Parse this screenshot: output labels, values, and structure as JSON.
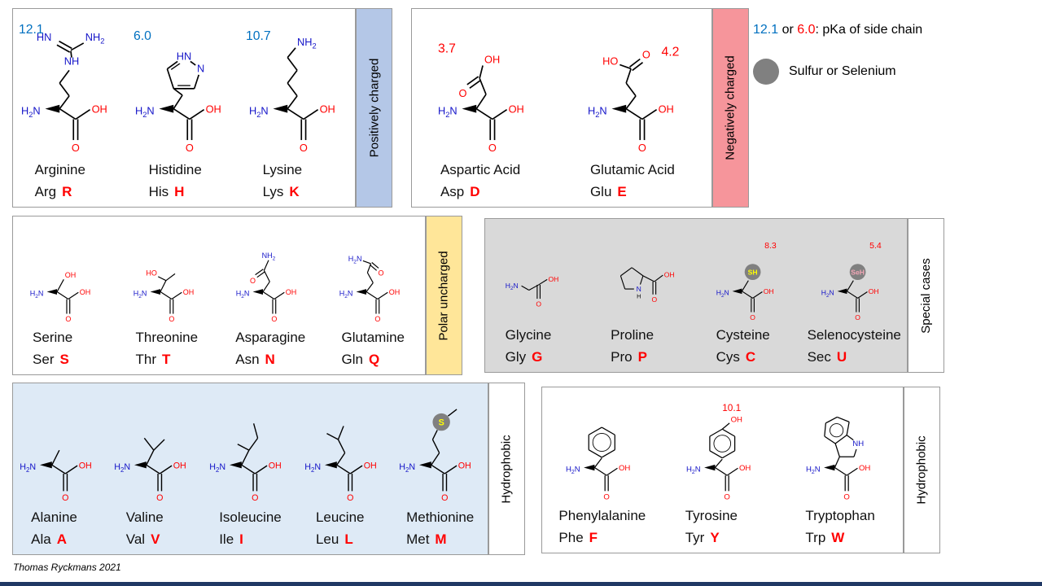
{
  "legend": {
    "pka_blue": "12.1",
    "or_text": " or ",
    "pka_red": "6.0",
    "pka_suffix": ": pKa of side chain",
    "sulfur_label": "Sulfur or Selenium"
  },
  "credit": "Thomas Ryckmans 2021",
  "colors": {
    "atom_blue": "#1414c8",
    "atom_red": "#ff0000",
    "pka_blue": "#0070c0",
    "pka_red": "#ff0000",
    "strip_positive": "#b4c7e7",
    "strip_negative": "#f6959b",
    "strip_polar": "#ffe699",
    "bg_special": "#d9d9d9",
    "bg_hydrophobic": "#deeaf6",
    "gray_circle": "#808080",
    "sulfur_yellow": "#ffff00",
    "selenium_pink": "#f2a6b6"
  },
  "structure_labels": {
    "amine": "H2N",
    "hydroxyl": "OH",
    "oxygen": "O"
  },
  "sections": [
    {
      "label": "Positively charged",
      "aa": [
        {
          "name": "Arginine",
          "abbr": "Arg",
          "letter": "R",
          "pka": "12.1",
          "pka_color": "blue",
          "labels": {
            "hn": "HN",
            "nh": "NH",
            "nh2": "NH2"
          }
        },
        {
          "name": "Histidine",
          "abbr": "His",
          "letter": "H",
          "pka": "6.0",
          "pka_color": "blue",
          "labels": {
            "hn": "HN",
            "n": "N"
          }
        },
        {
          "name": "Lysine",
          "abbr": "Lys",
          "letter": "K",
          "pka": "10.7",
          "pka_color": "blue",
          "labels": {
            "nh2": "NH2"
          }
        }
      ]
    },
    {
      "label": "Negatively charged",
      "aa": [
        {
          "name": "Aspartic Acid",
          "abbr": "Asp",
          "letter": "D",
          "pka": "3.7",
          "pka_color": "red",
          "labels": {
            "oh": "OH",
            "o": "O"
          }
        },
        {
          "name": "Glutamic Acid",
          "abbr": "Glu",
          "letter": "E",
          "pka": "4.2",
          "pka_color": "red",
          "labels": {
            "ho": "HO",
            "o": "O"
          }
        }
      ]
    },
    {
      "label": "Polar uncharged",
      "aa": [
        {
          "name": "Serine",
          "abbr": "Ser",
          "letter": "S",
          "pka": "",
          "labels": {
            "oh": "OH"
          }
        },
        {
          "name": "Threonine",
          "abbr": "Thr",
          "letter": "T",
          "pka": "",
          "labels": {
            "ho": "HO"
          }
        },
        {
          "name": "Asparagine",
          "abbr": "Asn",
          "letter": "N",
          "pka": "",
          "labels": {
            "nh2": "NH2",
            "o": "O"
          }
        },
        {
          "name": "Glutamine",
          "abbr": "Gln",
          "letter": "Q",
          "pka": "",
          "labels": {
            "h2n": "H2N",
            "o": "O"
          }
        }
      ]
    },
    {
      "label": "Special cases",
      "aa": [
        {
          "name": "Glycine",
          "abbr": "Gly",
          "letter": "G",
          "pka": "",
          "labels": {}
        },
        {
          "name": "Proline",
          "abbr": "Pro",
          "letter": "P",
          "pka": "",
          "labels": {
            "n": "N",
            "h": "H"
          }
        },
        {
          "name": "Cysteine",
          "abbr": "Cys",
          "letter": "C",
          "pka": "8.3",
          "pka_color": "red",
          "labels": {
            "sh": "SH"
          }
        },
        {
          "name": "Selenocysteine",
          "abbr": "Sec",
          "letter": "U",
          "pka": "5.4",
          "pka_color": "red",
          "labels": {
            "seh": "SeH"
          }
        }
      ]
    },
    {
      "label": "Hydrophobic",
      "aa": [
        {
          "name": "Alanine",
          "abbr": "Ala",
          "letter": "A",
          "pka": "",
          "labels": {}
        },
        {
          "name": "Valine",
          "abbr": "Val",
          "letter": "V",
          "pka": "",
          "labels": {}
        },
        {
          "name": "Isoleucine",
          "abbr": "Ile",
          "letter": "I",
          "pka": "",
          "labels": {}
        },
        {
          "name": "Leucine",
          "abbr": "Leu",
          "letter": "L",
          "pka": "",
          "labels": {}
        },
        {
          "name": "Methionine",
          "abbr": "Met",
          "letter": "M",
          "pka": "",
          "labels": {
            "s": "S"
          }
        }
      ]
    },
    {
      "label": "Hydrophobic",
      "aa": [
        {
          "name": "Phenylalanine",
          "abbr": "Phe",
          "letter": "F",
          "pka": "",
          "labels": {}
        },
        {
          "name": "Tyrosine",
          "abbr": "Tyr",
          "letter": "Y",
          "pka": "10.1",
          "pka_color": "red",
          "labels": {
            "oh": "OH"
          }
        },
        {
          "name": "Tryptophan",
          "abbr": "Trp",
          "letter": "W",
          "pka": "",
          "labels": {
            "nh": "NH"
          }
        }
      ]
    }
  ]
}
